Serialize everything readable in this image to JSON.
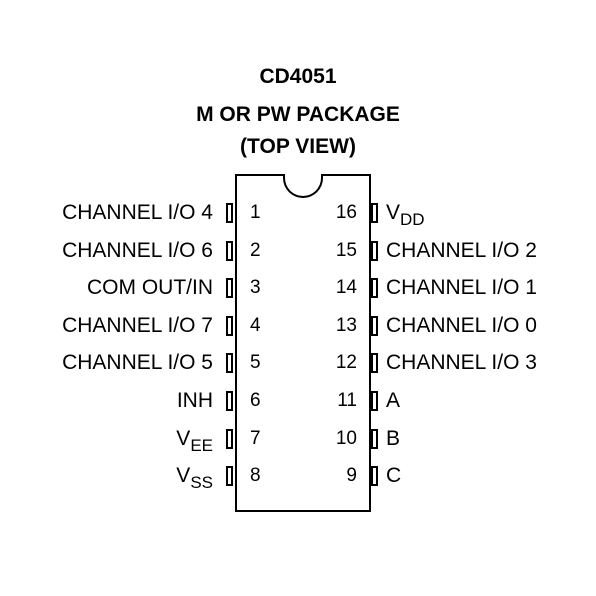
{
  "header": {
    "part_number": "CD4051",
    "package": "M OR PW PACKAGE",
    "view": "(TOP VIEW)"
  },
  "pins": [
    {
      "num": "1",
      "label": "CHANNEL I/O 4",
      "sub": ""
    },
    {
      "num": "2",
      "label": "CHANNEL I/O 6",
      "sub": ""
    },
    {
      "num": "3",
      "label": "COM OUT/IN",
      "sub": ""
    },
    {
      "num": "4",
      "label": "CHANNEL I/O 7",
      "sub": ""
    },
    {
      "num": "5",
      "label": "CHANNEL I/O 5",
      "sub": ""
    },
    {
      "num": "6",
      "label": "INH",
      "sub": ""
    },
    {
      "num": "7",
      "label": "V",
      "sub": "EE"
    },
    {
      "num": "8",
      "label": "V",
      "sub": "SS"
    },
    {
      "num": "9",
      "label": "C",
      "sub": ""
    },
    {
      "num": "10",
      "label": "B",
      "sub": ""
    },
    {
      "num": "11",
      "label": "A",
      "sub": ""
    },
    {
      "num": "12",
      "label": "CHANNEL I/O 3",
      "sub": ""
    },
    {
      "num": "13",
      "label": "CHANNEL I/O 0",
      "sub": ""
    },
    {
      "num": "14",
      "label": "CHANNEL I/O 1",
      "sub": ""
    },
    {
      "num": "15",
      "label": "CHANNEL I/O 2",
      "sub": ""
    },
    {
      "num": "16",
      "label": "V",
      "sub": "DD"
    }
  ]
}
